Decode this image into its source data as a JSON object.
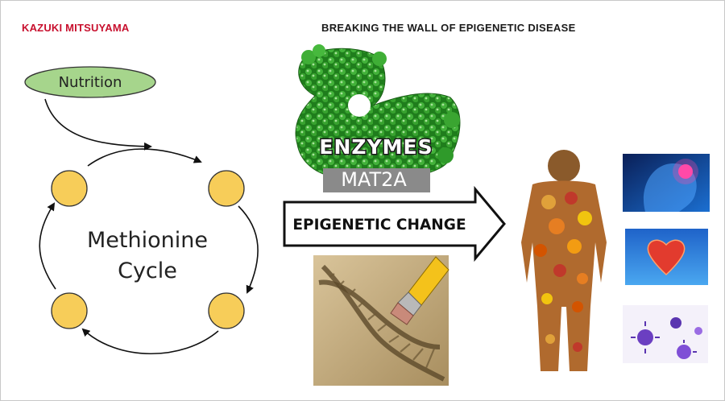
{
  "author": "KAZUKI MITSUYAMA",
  "headline": "BREAKING THE WALL OF EPIGENETIC DISEASE",
  "cycle": {
    "input_label": "Nutrition",
    "title_line1": "Methionine",
    "title_line2": "Cycle"
  },
  "enzyme": {
    "label": "ENZYMES",
    "name": "MAT2A"
  },
  "change_arrow_label": "EPIGENETIC CHANGE",
  "colors": {
    "author_red": "#c8102e",
    "nutrition_green": "#a6d58c",
    "node_yellow": "#f7cd59",
    "protein_green": "#2f9a2a"
  },
  "icons": [
    "protein-structure-image",
    "dna-eraser-image",
    "food-body-image",
    "brain-pain-image",
    "heart-image",
    "virus-image"
  ]
}
